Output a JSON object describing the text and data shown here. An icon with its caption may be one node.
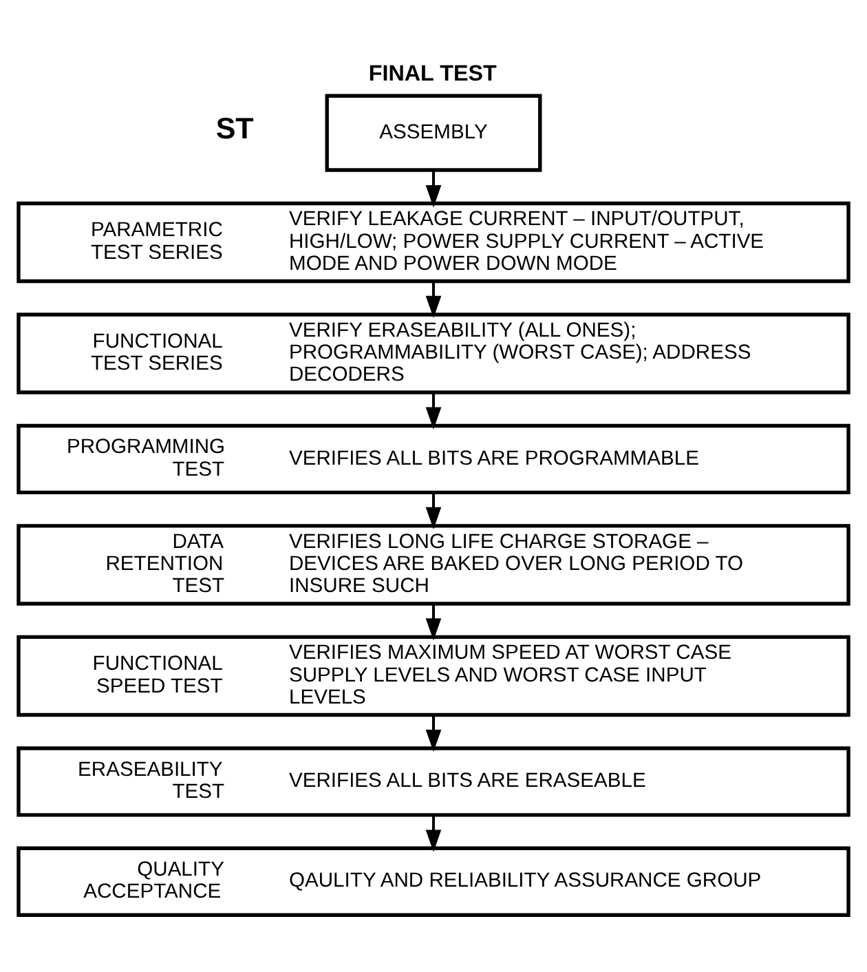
{
  "diagram": {
    "title": "FINAL TEST",
    "nodes": [
      {
        "text": [
          "ASSEMBLY"
        ]
      },
      {
        "text": [
          "PARAMETRIC TEST SERIES",
          "VERIFY LEAKAGE CURRENT – INPUT/OUTPUT, HIGH/LOW; POWER SUPPLY CURRENT – ACTIVE MODE AND POWER DOWN MODE"
        ]
      },
      {
        "text": [
          "FUNCTIONAL TEST SERIES",
          "VERIFY ERASEABILITY (ALL ONES); PROGRAMMABILITY (WORST CASE); ADDRESS DECODERS"
        ]
      },
      {
        "text": [
          "PROGRAMMING TEST",
          "VERIFIES ALL BITS ARE PROGRAMMABLE"
        ]
      },
      {
        "text": [
          "DATA RETENTION TEST",
          "VERIFIES LONG LIFE CHARGE STORAGE – DEVICES ARE BAKED OVER LONG PERIOD TO INSURE SUCH"
        ]
      },
      {
        "text": [
          "FUNCTIONAL SPEED TEST",
          "VERIFIES MAXIMUM SPEED AT WORST CASE SUPPLY LEVELS AND WORST CASE INPUT LEVELS"
        ]
      },
      {
        "text": [
          "ERASEABILITY TEST",
          "VERIFIES ALL BITS ARE ERASEABLE"
        ]
      },
      {
        "text": [
          "QUALITY ACCEPTANCE",
          "QAULITY AND RELIABILITY ASSURANCE GROUP"
        ]
      }
    ],
    "edges": [
      {
        "from": 0,
        "to": 1,
        "arrow": "to"
      },
      {
        "from": 1,
        "to": 2,
        "arrow": "to"
      },
      {
        "from": 2,
        "to": 3,
        "arrow": "to"
      },
      {
        "from": 3,
        "to": 4,
        "arrow": "to"
      },
      {
        "from": 4,
        "to": 5,
        "arrow": "to"
      },
      {
        "from": 5,
        "to": 6,
        "arrow": "to"
      },
      {
        "from": 6,
        "to": 7,
        "arrow": "to"
      }
    ],
    "labels": [
      "ST"
    ]
  }
}
